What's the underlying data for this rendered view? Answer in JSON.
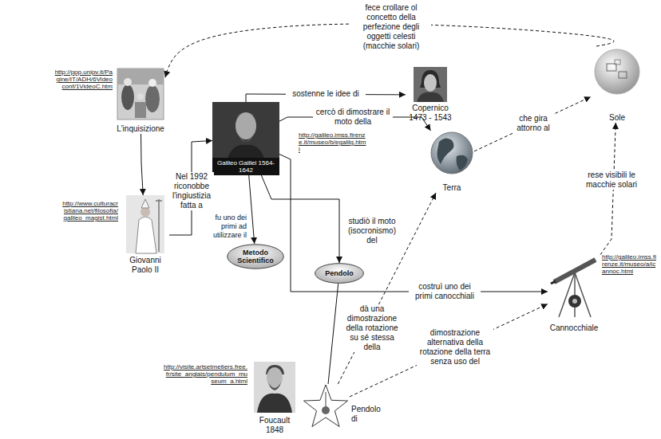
{
  "diagram": {
    "nodes": [
      {
        "text": [
          "L'inquisizione",
          "http://ppp.unipv.it/Pagine/IT/ADH/6Videoconf/1VideoC.htm"
        ]
      },
      {
        "text": [
          "Galileo Galilei 1564-1642",
          "http://galileo.imss.firenze.it/museo/b/egalilg.html"
        ]
      },
      {
        "text": [
          "Copernico 1473 - 1543"
        ]
      },
      {
        "text": [
          "Sole"
        ]
      },
      {
        "text": [
          "Terra"
        ]
      },
      {
        "text": [
          "Giovanni Paolo II",
          "http://www.culturacristiana.net/filosofia/galileo_magist.html"
        ]
      },
      {
        "text": [
          "Metodo Scientifico"
        ]
      },
      {
        "text": [
          "Pendolo"
        ]
      },
      {
        "text": [
          "Cannocchiale",
          "http://galileo.imss.firenze.it/museo/a/icannoc.html"
        ]
      },
      {
        "text": [
          "Foucault 1848",
          "http://visite.artsetmetiers.free.fr/site_anglais/pendulum_museum_a.html"
        ]
      },
      {
        "text": [
          "Pendolo di"
        ]
      }
    ],
    "edges": [
      {
        "from": 3,
        "to": 0,
        "label": "fece crollare ol concetto della perfezione degli oggetti celesti (macchie solari)",
        "arrow": "to"
      },
      {
        "from": 0,
        "to": 5,
        "arrow": "to"
      },
      {
        "from": 5,
        "to": 1,
        "label": "Nel 1992 riconobbe l'ingiustizia fatta a",
        "arrow": "to"
      },
      {
        "from": 1,
        "to": 2,
        "label": "sostenne le idee di",
        "arrow": "to"
      },
      {
        "from": 1,
        "to": 4,
        "label": "cercò di dimostrare il moto della",
        "arrow": "to"
      },
      {
        "from": 4,
        "to": 3,
        "label": "che gira attorno al",
        "arrow": "to"
      },
      {
        "from": 1,
        "to": 6,
        "label": "fu uno dei primi ad utilizzare il",
        "arrow": "to"
      },
      {
        "from": 1,
        "to": 7,
        "label": "studiò il moto (isocronismo) del",
        "arrow": "to"
      },
      {
        "from": 1,
        "to": 8,
        "label": "costruì uno dei primi canocchiali",
        "arrow": "to"
      },
      {
        "from": 8,
        "to": 3,
        "label": "rese visibili le macchie solari",
        "arrow": "to"
      },
      {
        "from": 7,
        "to": 10,
        "arrow": "none"
      },
      {
        "from": 10,
        "to": 4,
        "label": "dà una dimostrazione della rotazione su sé stessa della",
        "arrow": "to"
      },
      {
        "from": 10,
        "to": 8,
        "label": "dimostrazione alternativa della rotazione della terra senza uso del",
        "arrow": "to"
      }
    ]
  }
}
